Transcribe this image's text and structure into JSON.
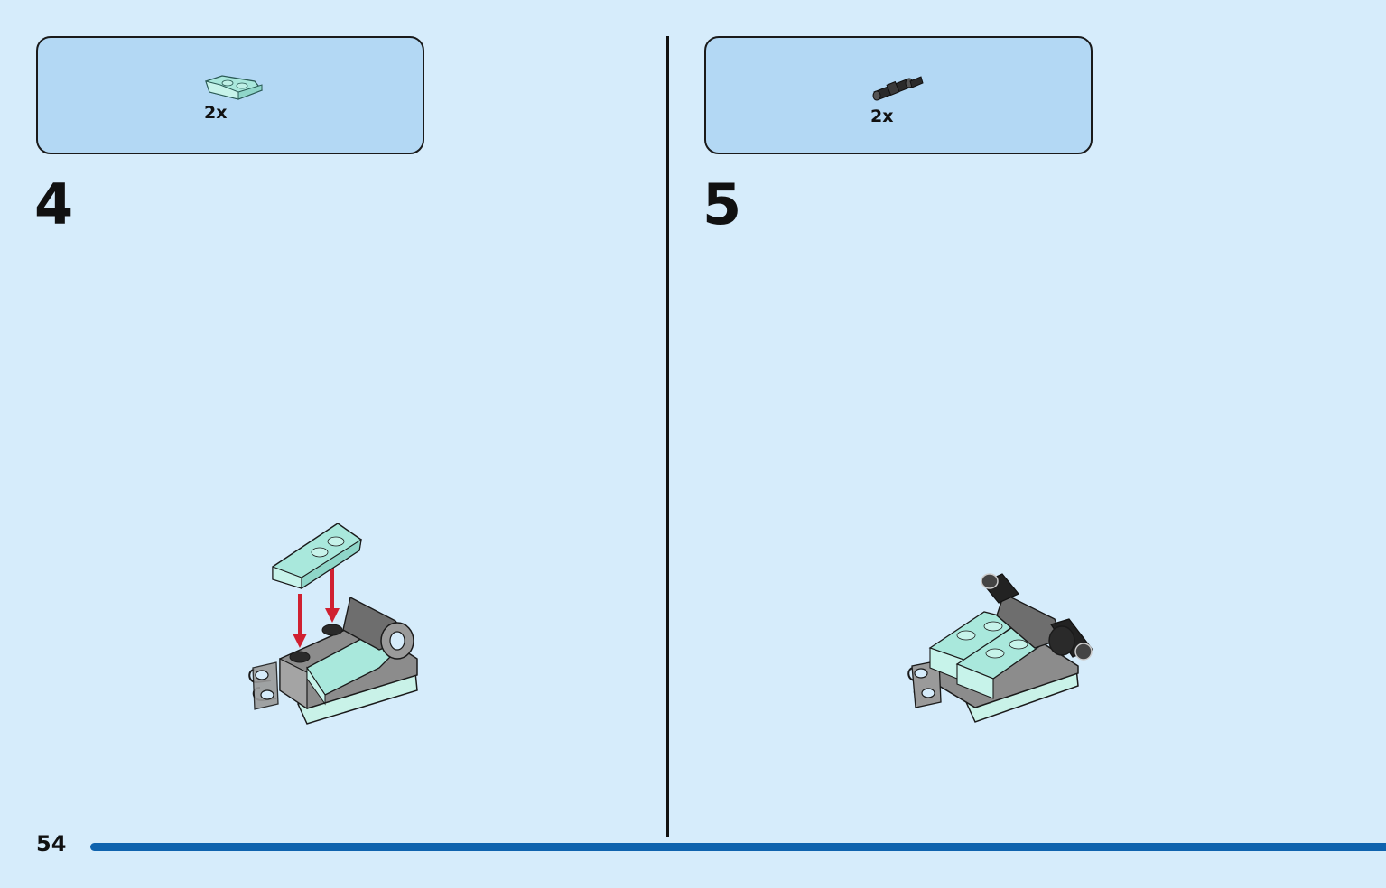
{
  "page": {
    "number": "54"
  },
  "steps": [
    {
      "step": "4",
      "parts": [
        {
          "quantity": "2x",
          "icon": "trans-light-aqua-curved-slope-icon"
        }
      ]
    },
    {
      "step": "5",
      "parts": [
        {
          "quantity": "2x",
          "icon": "black-technic-pin-icon"
        }
      ]
    }
  ],
  "colors": {
    "background": "#d6ecfb",
    "parts_box": "#b3d8f4",
    "footer_bar": "#0f63ae",
    "trans_aqua": "#a9e8dc",
    "gray": "#8c8c8c",
    "arrow_red": "#d02030"
  }
}
